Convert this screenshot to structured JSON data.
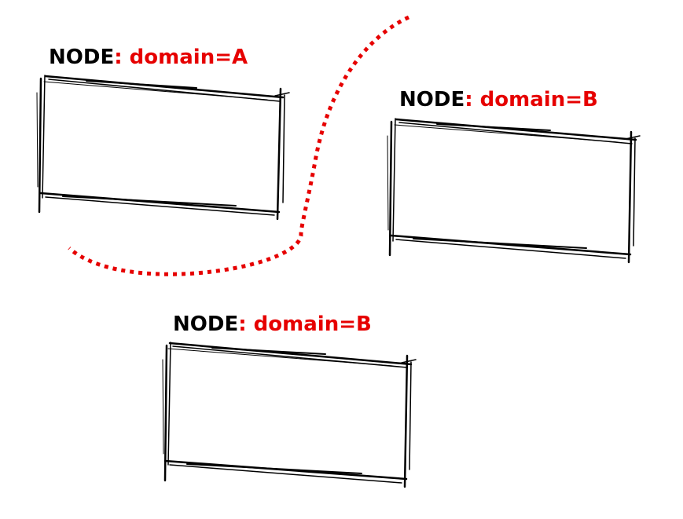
{
  "colors": {
    "ink": "#000000",
    "accent": "#e60000"
  },
  "nodes": [
    {
      "key": "NODE",
      "separator": ": ",
      "value": "domain=A"
    },
    {
      "key": "NODE",
      "separator": ": ",
      "value": "domain=B"
    },
    {
      "key": "NODE",
      "separator": ": ",
      "value": "domain=B"
    }
  ]
}
